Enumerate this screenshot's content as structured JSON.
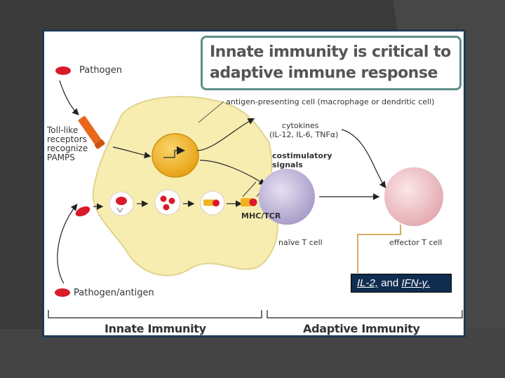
{
  "title": {
    "line1": "Innate immunity is critical to",
    "line2": "adaptive immune response"
  },
  "labels": {
    "pathogen": "Pathogen",
    "tlr": [
      "Toll-like",
      "receptors",
      "recognize",
      "PAMPS"
    ],
    "apc": "antigen-presenting cell (macrophage or dendritic cell)",
    "cytokines": [
      "cytokines",
      "(IL-12, IL-6, TNFα)"
    ],
    "costim": [
      "costimulatory",
      "signals"
    ],
    "mhc": "MHC/TCR",
    "naive": "naïve T cell",
    "effector": "effector T cell",
    "pathogen_antigen": "Pathogen/antigen"
  },
  "sections": {
    "innate": "Innate Immunity",
    "adaptive": "Adaptive Immunity"
  },
  "note": {
    "il2": "IL-2,",
    "and": " and ",
    "ifn": "IFN-γ."
  },
  "colors": {
    "panel_border": "#1f3a55",
    "title_border": "#5e8f86",
    "cell": "#f7edb0",
    "nucleus": "#f0b323",
    "pathogen": "#d91a2a",
    "tcell_naive": "#bdb3d6",
    "tcell_effector": "#f0c8cc",
    "note_bg": "#102c4f",
    "connector": "#c8902c"
  }
}
